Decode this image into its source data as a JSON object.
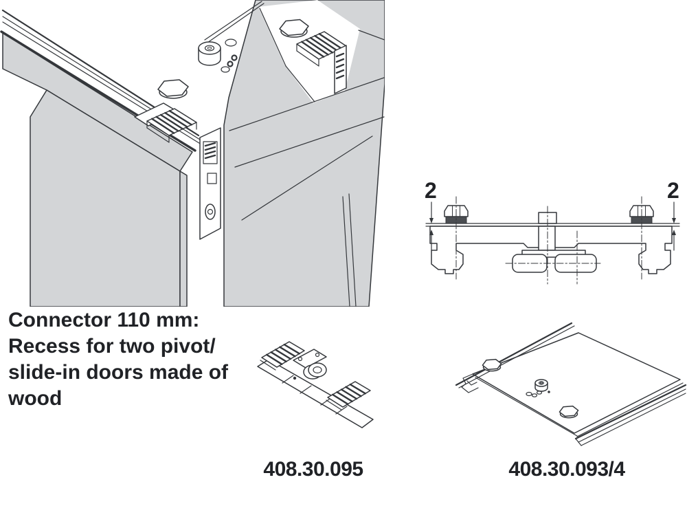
{
  "colors": {
    "line": "#34373b",
    "panel": "#d3d5d7",
    "collar": "#4b4e52",
    "text": "#202226",
    "background": "#ffffff"
  },
  "description": {
    "lines": [
      "Connector 110 mm:",
      "Recess for two pivot/",
      "slide-in doors made of",
      "wood"
    ]
  },
  "parts": [
    {
      "number": "408.30.095"
    },
    {
      "number": "408.30.093/4"
    }
  ],
  "cross_section": {
    "dimension_left": "2",
    "dimension_right": "2"
  }
}
